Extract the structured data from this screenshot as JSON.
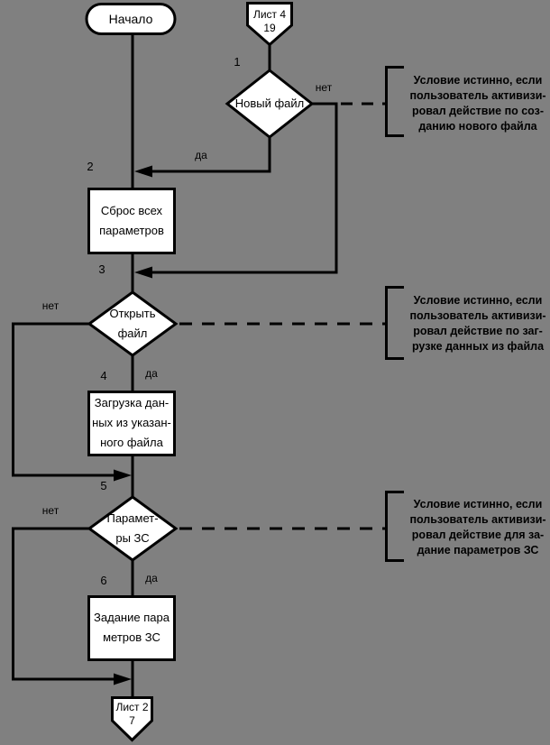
{
  "colors": {
    "background": "#808080",
    "shape_fill": "#ffffff",
    "line": "#000000",
    "text": "#000000"
  },
  "flowchart": {
    "start": {
      "label": "Начало"
    },
    "offpage_top": {
      "sheet": "Лист 4",
      "ref": "19"
    },
    "offpage_bottom": {
      "sheet": "Лист 2",
      "ref": "7"
    },
    "branch": {
      "yes": "да",
      "no": "нет"
    },
    "nodes": {
      "d1": {
        "num": "1",
        "type": "decision",
        "lines": [
          "Новый файл"
        ]
      },
      "p2": {
        "num": "2",
        "type": "process",
        "lines": [
          "Сброс всех",
          "параметров"
        ]
      },
      "d3": {
        "num": "3",
        "type": "decision",
        "lines": [
          "Открыть",
          "файл"
        ]
      },
      "p4": {
        "num": "4",
        "type": "process",
        "lines": [
          "Загрузка дан-",
          "ных из указан-",
          "ного файла"
        ]
      },
      "d5": {
        "num": "5",
        "type": "decision",
        "lines": [
          "Парамет-",
          "ры ЗС"
        ]
      },
      "p6": {
        "num": "6",
        "type": "process",
        "lines": [
          "Задание пара",
          "метров ЗС"
        ]
      }
    },
    "annotations": [
      {
        "lines": [
          "Условие истинно, если",
          "пользователь активизи-",
          "ровал действие по соз-",
          "данию нового файла"
        ]
      },
      {
        "lines": [
          "Условие истинно, если",
          "пользователь активизи-",
          "ровал действие по заг-",
          "рузке данных из файла"
        ]
      },
      {
        "lines": [
          "Условие истинно, если",
          "пользователь активизи-",
          "ровал действие для за-",
          "дание параметров ЗС"
        ]
      }
    ]
  }
}
